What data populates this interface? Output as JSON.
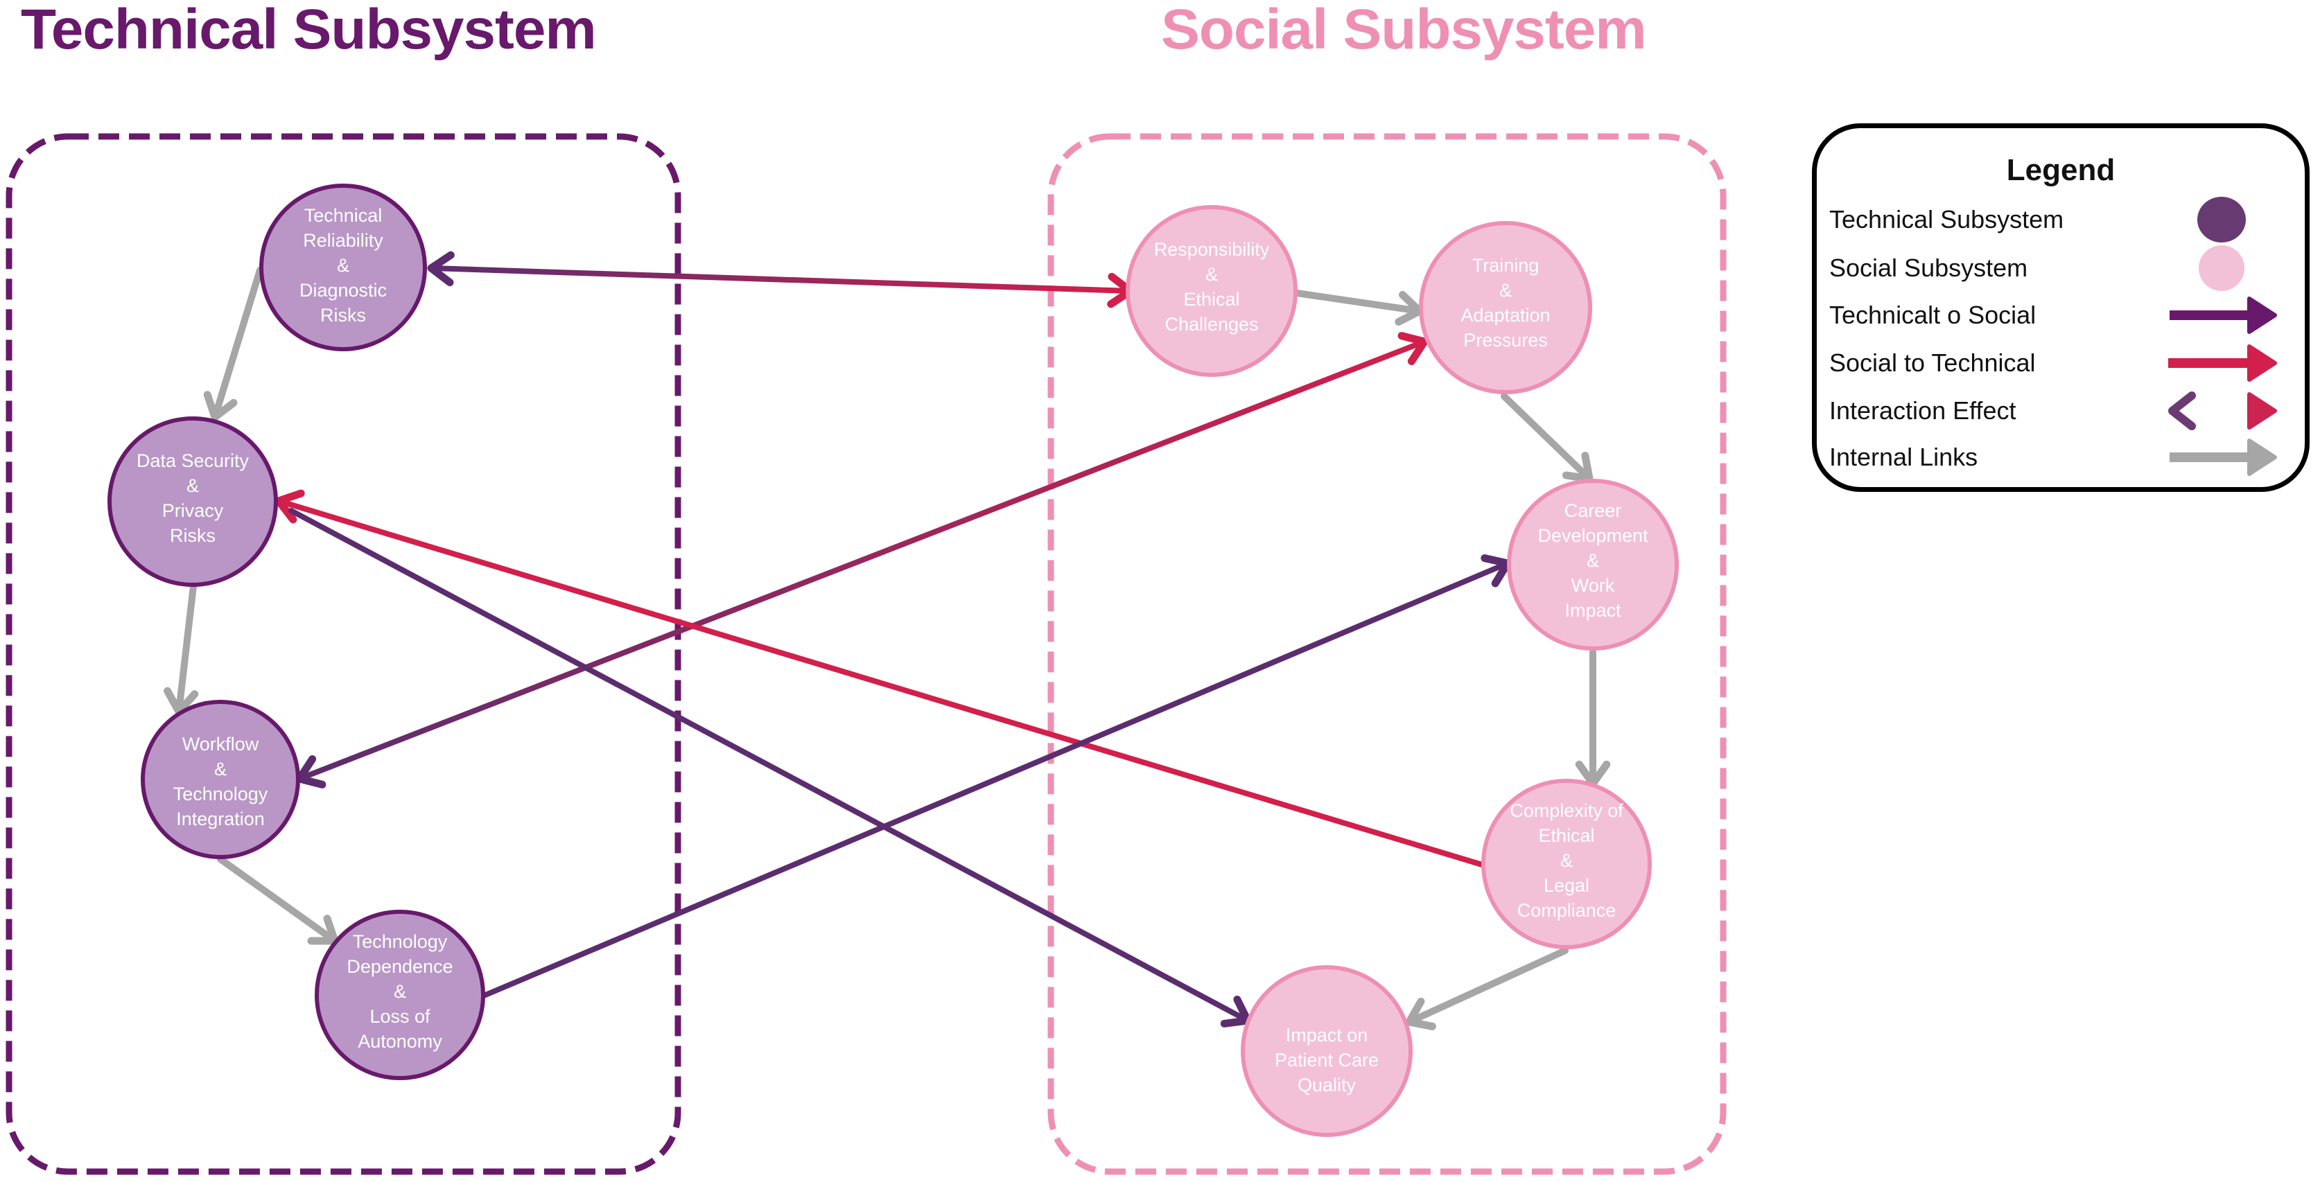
{
  "titles": {
    "technical": "Technical Subsystem",
    "social": "Social Subsystem"
  },
  "colors": {
    "technical_title": "#68196b",
    "social_title": "#ef8fb4",
    "technical_node_fill": "#b996c6",
    "technical_node_stroke": "#68196b",
    "social_node_fill": "#f3c1d7",
    "social_node_stroke": "#ee8fb3",
    "tech_to_social": "#5c2d6e",
    "social_to_technical": "#d21f4b",
    "internal_link": "#a6a6a6",
    "legend_technical_circle": "#673a72",
    "legend_social_circle": "#f3c1d7"
  },
  "nodes": [
    {
      "id": "T1",
      "group": "technical",
      "lines": [
        "Technical",
        "Reliability",
        "&",
        "Diagnostic",
        "Risks"
      ]
    },
    {
      "id": "T2",
      "group": "technical",
      "lines": [
        "Data Security",
        "&",
        "Privacy",
        "Risks"
      ]
    },
    {
      "id": "T3",
      "group": "technical",
      "lines": [
        "Workflow",
        "&",
        "Technology",
        "Integration"
      ]
    },
    {
      "id": "T4",
      "group": "technical",
      "lines": [
        "Technology",
        "Dependence",
        "&",
        "Loss of",
        "Autonomy"
      ]
    },
    {
      "id": "S1",
      "group": "social",
      "lines": [
        "Responsibility",
        "&",
        "Ethical",
        "Challenges"
      ]
    },
    {
      "id": "S2",
      "group": "social",
      "lines": [
        "Training",
        "&",
        "Adaptation",
        "Pressures"
      ]
    },
    {
      "id": "S3",
      "group": "social",
      "lines": [
        "Career",
        "Development",
        "&",
        "Work",
        "Impact"
      ]
    },
    {
      "id": "S4",
      "group": "social",
      "lines": [
        "Complexity of",
        "Ethical",
        "&",
        "Legal",
        "Compliance"
      ]
    },
    {
      "id": "S5",
      "group": "social",
      "lines": [
        "Impact on",
        "Patient Care",
        "Quality"
      ]
    }
  ],
  "edges": [
    {
      "from": "T1",
      "to": "T2",
      "type": "internal"
    },
    {
      "from": "T2",
      "to": "T3",
      "type": "internal"
    },
    {
      "from": "T3",
      "to": "T4",
      "type": "internal"
    },
    {
      "from": "S1",
      "to": "S2",
      "type": "internal"
    },
    {
      "from": "S2",
      "to": "S3",
      "type": "internal"
    },
    {
      "from": "S3",
      "to": "S4",
      "type": "internal"
    },
    {
      "from": "S4",
      "to": "S5",
      "type": "internal"
    },
    {
      "from": "T1",
      "to": "S1",
      "type": "interaction"
    },
    {
      "from": "T3",
      "to": "S2",
      "type": "interaction"
    },
    {
      "from": "S4",
      "to": "T2",
      "type": "social_to_technical"
    },
    {
      "from": "T2",
      "to": "S5",
      "type": "technical_to_social"
    },
    {
      "from": "T4",
      "to": "S3",
      "type": "technical_to_social"
    }
  ],
  "legend": {
    "title": "Legend",
    "items": [
      {
        "label": "Technical Subsystem",
        "symbol": "circle-technical"
      },
      {
        "label": "Social Subsystem",
        "symbol": "circle-social"
      },
      {
        "label": "Technicalt o Social",
        "symbol": "arrow-technical-to-social"
      },
      {
        "label": "Social to Technical",
        "symbol": "arrow-social-to-technical"
      },
      {
        "label": "Interaction Effect",
        "symbol": "arrow-interaction"
      },
      {
        "label": "Internal Links",
        "symbol": "arrow-internal"
      }
    ]
  }
}
